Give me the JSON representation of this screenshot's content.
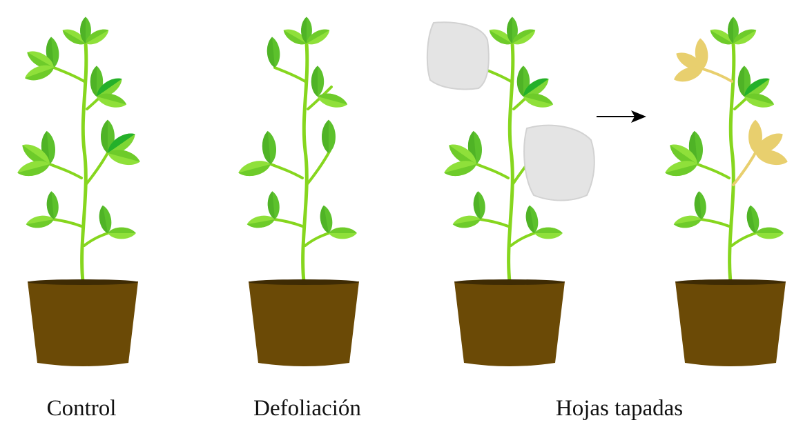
{
  "labels": {
    "control": "Control",
    "defoliation": "Defoliación",
    "covered_leaves": "Hojas tapadas"
  },
  "colors": {
    "leaf_light": "#8fe03a",
    "leaf_mid": "#6ecb2a",
    "leaf_dark": "#4fb326",
    "leaf_deep": "#24b02a",
    "stem": "#86d61e",
    "pot": "#6b4a06",
    "pot_rim": "#3e2b04",
    "cover": "#e4e4e4",
    "cover_edge": "#d2d2d2",
    "yellow_leaf": "#e8cf6e",
    "arrow": "#000000"
  },
  "panels": [
    {
      "id": "control",
      "leaf_state": "full"
    },
    {
      "id": "defoliation",
      "leaf_state": "half removed"
    },
    {
      "id": "covered",
      "leaf_state": "two leaf groups covered"
    },
    {
      "id": "covered-result",
      "leaf_state": "covered leaves yellowed"
    }
  ]
}
